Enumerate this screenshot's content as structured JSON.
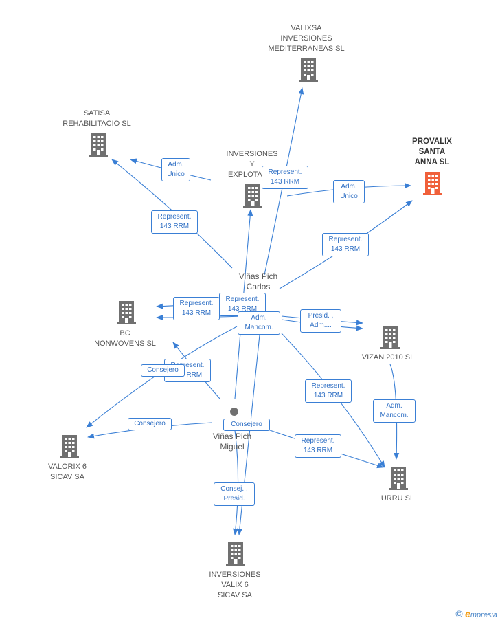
{
  "colors": {
    "edge": "#3a7fd5",
    "building": "#707070",
    "focus_building": "#f0603a",
    "person": "#707070"
  },
  "companies": [
    {
      "id": "valixsa",
      "label": "VALIXSA\nINVERSIONES\nMEDITERRANEAS SL",
      "focus": false
    },
    {
      "id": "satisa",
      "label": "SATISA\nREHABILITACIO SL",
      "focus": false
    },
    {
      "id": "inversiones_explot",
      "label": "INVERSIONES\nY\nEXPLOTACI...",
      "focus": false
    },
    {
      "id": "provalix",
      "label": "PROVALIX\nSANTA\nANNA SL",
      "focus": true
    },
    {
      "id": "bc",
      "label": "BC\nNONWOVENS SL",
      "focus": false
    },
    {
      "id": "vizan",
      "label": "VIZAN 2010 SL",
      "focus": false
    },
    {
      "id": "valorix",
      "label": "VALORIX 6\nSICAV SA",
      "focus": false
    },
    {
      "id": "urru",
      "label": "URRU SL",
      "focus": false
    },
    {
      "id": "inversiones_valix",
      "label": "INVERSIONES\nVALIX 6\nSICAV SA",
      "focus": false
    }
  ],
  "persons": [
    {
      "id": "carlos",
      "label": "Viñas Pich\nCarlos",
      "icon": false
    },
    {
      "id": "miguel",
      "label": "Viñas Pich\nMiguel",
      "icon": true
    }
  ],
  "edge_labels": [
    {
      "id": "satisa_adm",
      "text": "Adm.\nUnico"
    },
    {
      "id": "valixsa_rep",
      "text": "Represent.\n143 RRM"
    },
    {
      "id": "provalix_adm",
      "text": "Adm.\nUnico"
    },
    {
      "id": "satisa_rep",
      "text": "Represent.\n143 RRM"
    },
    {
      "id": "provalix_rep",
      "text": "Represent.\n143 RRM"
    },
    {
      "id": "bc_rep",
      "text": "Represent.\n143 RRM"
    },
    {
      "id": "inv_rep",
      "text": "Represent.\n143 RRM"
    },
    {
      "id": "adm_mancom",
      "text": "Adm.\nMancom."
    },
    {
      "id": "vizan_presid",
      "text": "Presid. ,\nAdm...."
    },
    {
      "id": "rep_hidden",
      "text": "Represent.\n143 RRM"
    },
    {
      "id": "consejero_bc",
      "text": "Consejero"
    },
    {
      "id": "urru_rep_carlos",
      "text": "Represent.\n143 RRM"
    },
    {
      "id": "vizan_urru",
      "text": "Adm.\nMancom."
    },
    {
      "id": "consejero_valorix",
      "text": "Consejero"
    },
    {
      "id": "consejero_miguel",
      "text": "Consejero"
    },
    {
      "id": "urru_rep_miguel",
      "text": "Represent.\n143 RRM"
    },
    {
      "id": "consej_presid",
      "text": "Consej. ,\nPresid."
    }
  ],
  "footer": {
    "copyright": "©",
    "brand_first": "e",
    "brand_rest": "mpresia"
  }
}
